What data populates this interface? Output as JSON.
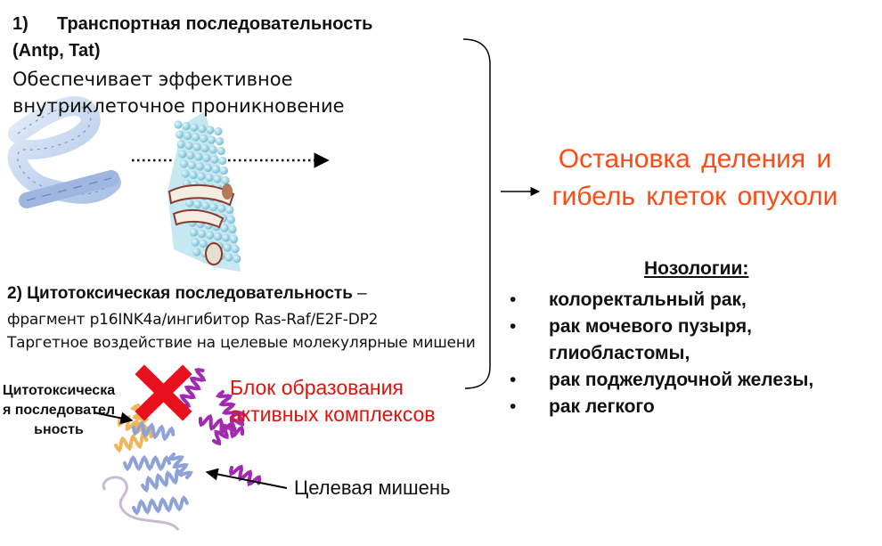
{
  "section1": {
    "number": "1)",
    "title": "Транспортная последовательность",
    "subtitle": "(Antp, Tat)",
    "description": "Обеспечивает эффективное внутриклеточное проникновение"
  },
  "section2": {
    "title_bold": "2) Цитотоксическая последовательность",
    "title_rest": " –",
    "line1": "фрагмент p16INK4a/ингибитор Ras-Raf/E2F-DP2",
    "line2": "Таргетное воздействие на целевые молекулярные мишени"
  },
  "result": "Остановка деления и гибель клеток опухоли",
  "nosology": {
    "title": "Нозологии:",
    "items": [
      {
        "bullet": "•",
        "text": "колоректальный рак,"
      },
      {
        "bullet": "•",
        "text": "рак мочевого пузыря,"
      },
      {
        "bullet": "",
        "text": "глиобластомы,"
      },
      {
        "bullet": "•",
        "text": "рак поджелудочной железы,"
      },
      {
        "bullet": "•",
        "text": "рак легкого"
      }
    ]
  },
  "labels": {
    "block": "Блок образования активных комплексов",
    "cytotoxic": "Цитотоксическая последовательность",
    "target": "Целевая мишень"
  },
  "colors": {
    "result": "#ff4a14",
    "block": "#e5120b",
    "cross": "#e8101c",
    "helix_blue": "#8fa2d8",
    "helix_purple": "#a12ab0",
    "helix_orange": "#f0b55a",
    "membrane": "#8fcde0"
  }
}
